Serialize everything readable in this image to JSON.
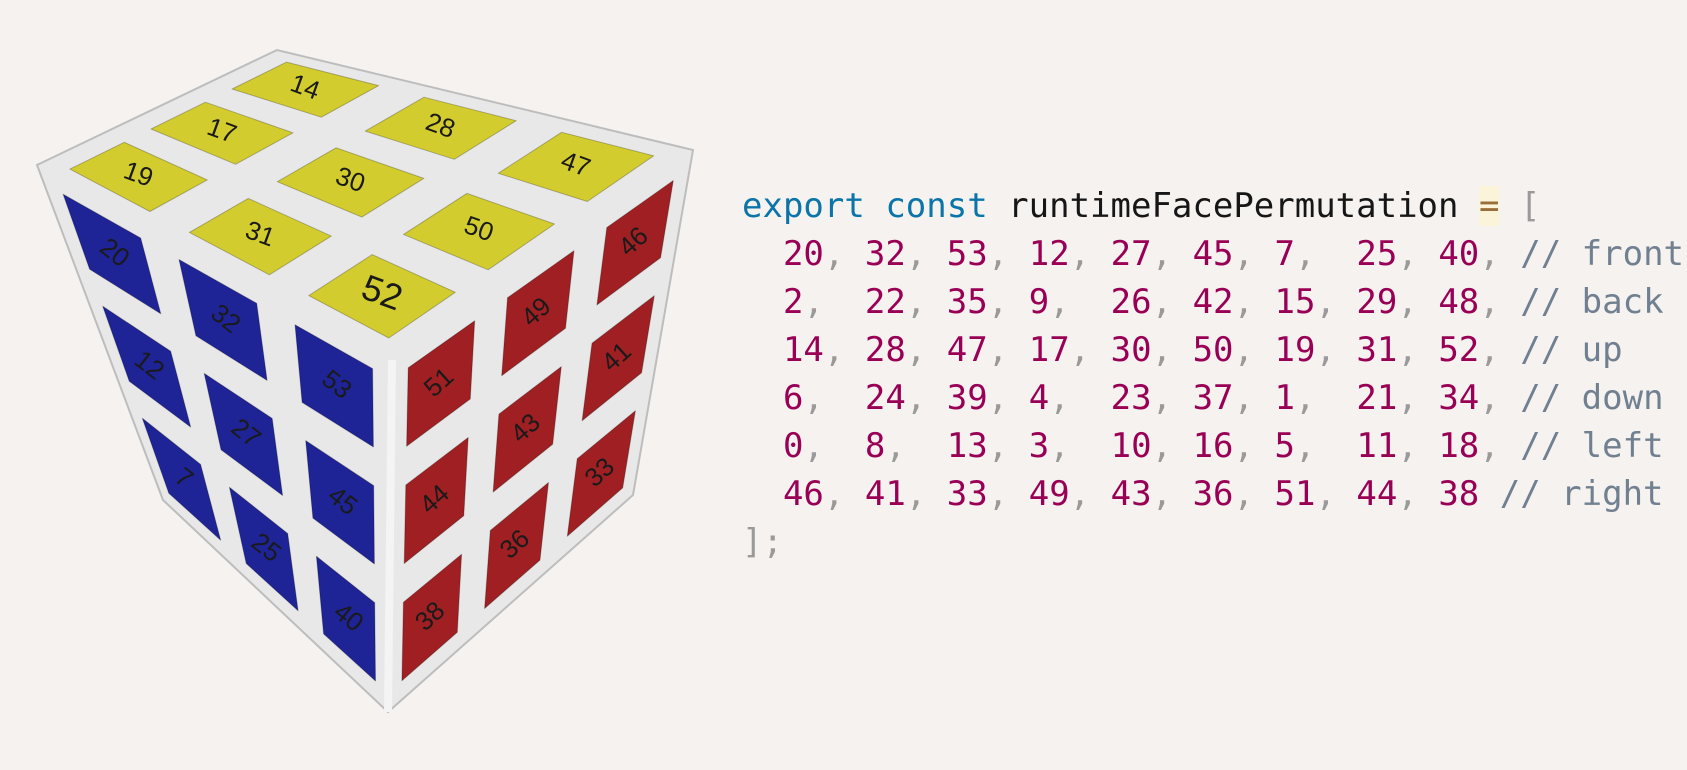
{
  "code": {
    "keyword_export": "export",
    "keyword_const": "const",
    "identifier": "runtimeFacePermutation",
    "operator": "=",
    "open_bracket": "[",
    "close": "];",
    "rows": [
      {
        "values": [
          "20",
          "32",
          "53",
          "12",
          "27",
          "45",
          "7",
          "25",
          "40"
        ],
        "comment": "// front"
      },
      {
        "values": [
          "2",
          "22",
          "35",
          "9",
          "26",
          "42",
          "15",
          "29",
          "48"
        ],
        "comment": "// back"
      },
      {
        "values": [
          "14",
          "28",
          "47",
          "17",
          "30",
          "50",
          "19",
          "31",
          "52"
        ],
        "comment": "// up"
      },
      {
        "values": [
          "6",
          "24",
          "39",
          "4",
          "23",
          "37",
          "1",
          "21",
          "34"
        ],
        "comment": "// down"
      },
      {
        "values": [
          "0",
          "8",
          "13",
          "3",
          "10",
          "16",
          "5",
          "11",
          "18"
        ],
        "comment": "// left"
      },
      {
        "values": [
          "46",
          "41",
          "33",
          "49",
          "43",
          "36",
          "51",
          "44",
          "38"
        ],
        "comment": "// right"
      }
    ]
  },
  "cube": {
    "colors": {
      "top": "#d2cc2e",
      "left": "#1e2396",
      "right": "#a01f22",
      "gap": "#e8e8e8"
    },
    "top_labels": [
      "14",
      "28",
      "47",
      "17",
      "30",
      "50",
      "19",
      "31",
      "52"
    ],
    "left_labels": [
      "20",
      "32",
      "53",
      "12",
      "27",
      "45",
      "7",
      "25",
      "40"
    ],
    "right_labels": [
      "51",
      "49",
      "46",
      "44",
      "43",
      "41",
      "38",
      "36",
      "33"
    ]
  }
}
